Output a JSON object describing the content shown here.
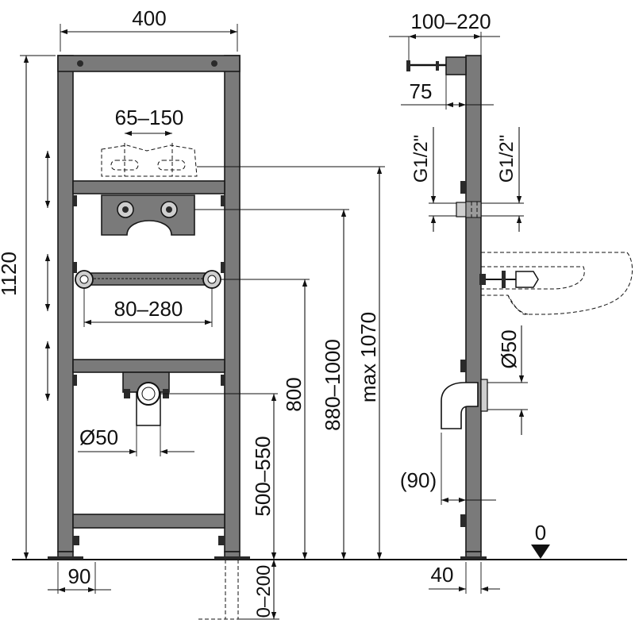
{
  "dimensions": {
    "width_total": "400",
    "height_total": "1120",
    "wall_depth": "100–220",
    "wall_offset": "75",
    "fitting_left": "G1/2\"",
    "fitting_right": "G1/2\"",
    "hole_spacing": "65–150",
    "bracket_range": "80–280",
    "drain_diameter_front": "Ø50",
    "drain_diameter_side": "Ø50",
    "drain_height": "500–550",
    "bracket_height": "800",
    "fitting_height": "880–1000",
    "max_height": "max 1070",
    "foot_width": "90",
    "foot_adjust": "0–200",
    "drain_offset_side": "(90)",
    "frame_depth": "40",
    "floor_level": "0"
  }
}
